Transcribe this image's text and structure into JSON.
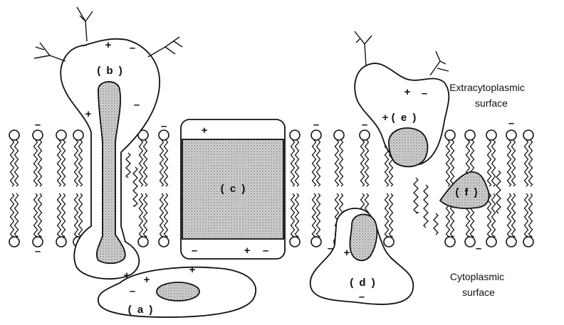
{
  "labels": {
    "b": "( b )",
    "c": "( c )",
    "e": "( e )",
    "f": "( f )",
    "d": "( d )",
    "a": "( a )"
  },
  "surfaces": {
    "extracytoplasmic_line1": "Extracytoplasmic",
    "extracytoplasmic_line2": "surface",
    "cytoplasmic_line1": "Cytoplasmic",
    "cytoplasmic_line2": "surface"
  },
  "signs": {
    "plus": "+",
    "minus": "–"
  },
  "colors": {
    "ink": "#111111",
    "background": "#ffffff",
    "stipple": "#9a9a9a"
  }
}
